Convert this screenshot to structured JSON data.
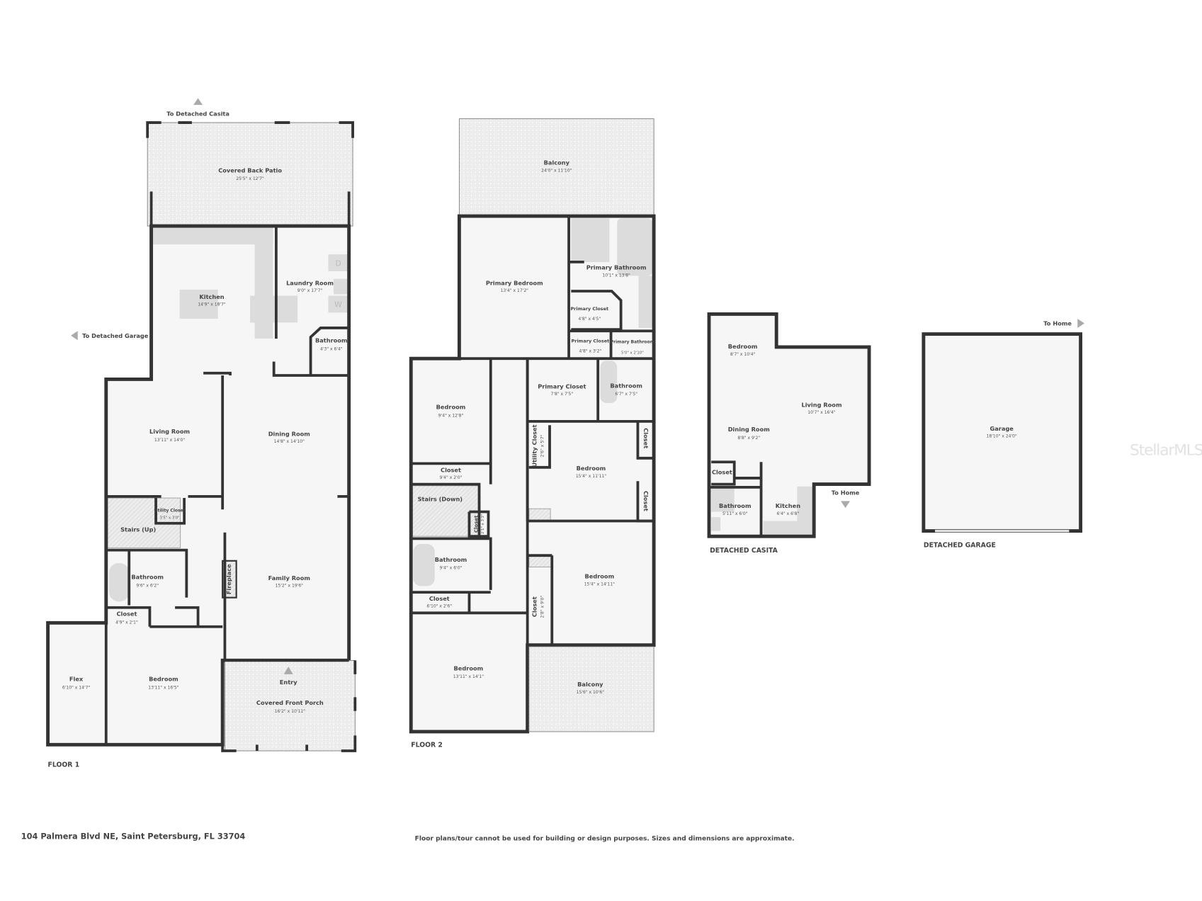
{
  "floor1": {
    "label": "FLOOR 1",
    "to_casita": "To Detached Casita",
    "to_garage": "To Detached Garage",
    "entry": "Entry",
    "rooms": [
      {
        "name": "Covered Back Patio",
        "dims": "25'5\" x 12'7\""
      },
      {
        "name": "Kitchen",
        "dims": "14'9\" x 18'7\""
      },
      {
        "name": "Laundry Room",
        "dims": "9'0\" x 17'7\""
      },
      {
        "name": "Bathroom",
        "dims": "4'3\" x 6'4\""
      },
      {
        "name": "Living Room",
        "dims": "13'11\" x 14'0\""
      },
      {
        "name": "Dining Room",
        "dims": "14'8\" x 14'10\""
      },
      {
        "name": "Utility Closet",
        "dims": "3'5\" x 3'0\""
      },
      {
        "name": "Stairs (Up)"
      },
      {
        "name": "Bathroom",
        "dims": "9'6\" x 6'2\""
      },
      {
        "name": "Fireplace"
      },
      {
        "name": "Family Room",
        "dims": "15'2\" x 19'6\""
      },
      {
        "name": "Closet",
        "dims": "4'9\" x 2'1\""
      },
      {
        "name": "Flex",
        "dims": "6'10\" x 14'7\""
      },
      {
        "name": "Bedroom",
        "dims": "13'11\" x 16'5\""
      },
      {
        "name": "Covered Front Porch",
        "dims": "16'2\" x 10'11\""
      }
    ],
    "appliance_labels": {
      "dryer": "D",
      "washer": "W"
    }
  },
  "floor2": {
    "label": "FLOOR 2",
    "rooms": [
      {
        "name": "Balcony",
        "dims": "24'0\" x 11'10\""
      },
      {
        "name": "Primary Bedroom",
        "dims": "13'4\" x 17'2\""
      },
      {
        "name": "Primary Bathroom",
        "dims": "10'1\" x 13'8\""
      },
      {
        "name": "Primary Closet",
        "dims": "4'8\" x 4'5\""
      },
      {
        "name": "Primary Closet",
        "dims": "4'8\" x 3'2\""
      },
      {
        "name": "Primary Bathroom",
        "dims": "5'0\" x 2'10\""
      },
      {
        "name": "Bedroom",
        "dims": "9'4\" x 12'8\""
      },
      {
        "name": "Primary Closet",
        "dims": "7'8\" x 7'5\""
      },
      {
        "name": "Bathroom",
        "dims": "6'7\" x 7'5\""
      },
      {
        "name": "Closet",
        "dims": "9'4\" x 2'0\""
      },
      {
        "name": "Utility Closet",
        "dims": "2'6\" x 5'7\""
      },
      {
        "name": "Bedroom",
        "dims": "15'4\" x 11'11\""
      },
      {
        "name": "Closet"
      },
      {
        "name": "Closet"
      },
      {
        "name": "Stairs (Down)"
      },
      {
        "name": "Closet",
        "dims": "2'1\" x 3'3\""
      },
      {
        "name": "Bathroom",
        "dims": "9'4\" x 6'0\""
      },
      {
        "name": "Closet",
        "dims": "6'10\" x 2'6\""
      },
      {
        "name": "Bedroom",
        "dims": "15'4\" x 14'11\""
      },
      {
        "name": "Closet",
        "dims": "2'8\" x 9'0\""
      },
      {
        "name": "Bedroom",
        "dims": "13'11\" x 14'1\""
      },
      {
        "name": "Balcony",
        "dims": "15'6\" x 10'6\""
      }
    ]
  },
  "casita": {
    "label": "DETACHED CASITA",
    "to_home": "To Home",
    "rooms": [
      {
        "name": "Bedroom",
        "dims": "8'7\" x 10'4\""
      },
      {
        "name": "Living Room",
        "dims": "10'7\" x 16'4\""
      },
      {
        "name": "Dining Room",
        "dims": "8'8\" x 9'2\""
      },
      {
        "name": "Closet"
      },
      {
        "name": "Bathroom",
        "dims": "5'11\" x 6'0\""
      },
      {
        "name": "Kitchen",
        "dims": "6'4\" x 6'8\""
      }
    ]
  },
  "garage": {
    "label": "DETACHED GARAGE",
    "to_home": "To Home",
    "rooms": [
      {
        "name": "Garage",
        "dims": "18'10\" x 24'0\""
      }
    ]
  },
  "footer": {
    "address": "104 Palmera Blvd NE, Saint Petersburg, FL 33704",
    "disclaimer": "Floor plans/tour cannot be used for building or design purposes. Sizes and dimensions are approximate."
  },
  "watermark": "StellarMLS",
  "colors": {
    "wall": "#333333",
    "floor": "#f6f6f6",
    "fixture": "#dcdcdc"
  }
}
